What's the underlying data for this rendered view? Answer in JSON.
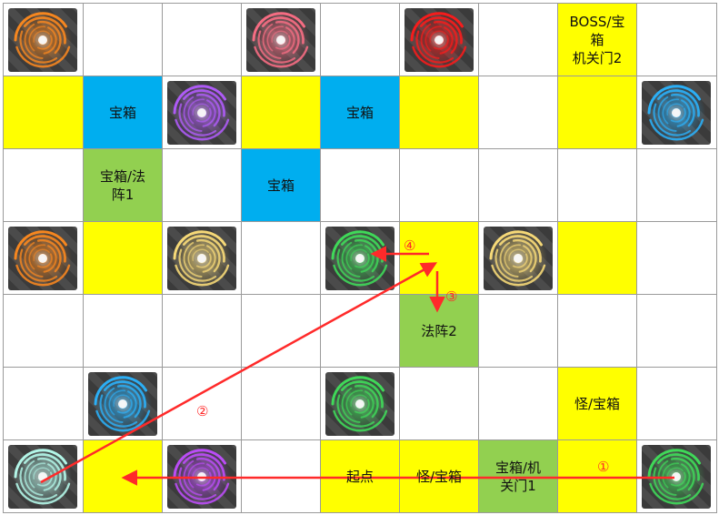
{
  "board": {
    "rows": [
      [
        {
          "portal": "orange"
        },
        {},
        {},
        {
          "portal": "pink"
        },
        {},
        {
          "portal": "red"
        },
        {},
        {
          "fill": "yellow",
          "label": "BOSS/宝\n箱\n机关门2"
        },
        {}
      ],
      [
        {
          "fill": "yellow"
        },
        {
          "fill": "blue",
          "label": "宝箱"
        },
        {
          "portal": "purple"
        },
        {
          "fill": "yellow"
        },
        {
          "fill": "blue",
          "label": "宝箱"
        },
        {
          "fill": "yellow"
        },
        {},
        {
          "fill": "yellow"
        },
        {
          "portal": "blue"
        }
      ],
      [
        {},
        {
          "fill": "green",
          "label": "宝箱/法\n阵1"
        },
        {},
        {
          "fill": "blue",
          "label": "宝箱"
        },
        {},
        {},
        {},
        {},
        {}
      ],
      [
        {
          "portal": "orange"
        },
        {
          "fill": "yellow"
        },
        {
          "portal": "gold"
        },
        {},
        {
          "portal": "green"
        },
        {
          "fill": "yellow"
        },
        {
          "portal": "gold"
        },
        {
          "fill": "yellow"
        },
        {}
      ],
      [
        {},
        {},
        {},
        {},
        {},
        {
          "fill": "green",
          "label": "法阵2"
        },
        {},
        {},
        {}
      ],
      [
        {},
        {
          "portal": "blue"
        },
        {},
        {},
        {
          "portal": "green"
        },
        {},
        {},
        {
          "fill": "yellow",
          "label": "怪/宝箱"
        },
        {}
      ],
      [
        {
          "portal": "teal"
        },
        {
          "fill": "yellow"
        },
        {
          "portal": "magenta"
        },
        {},
        {
          "fill": "yellow",
          "label": "起点"
        },
        {
          "fill": "yellow",
          "label": "怪/宝箱"
        },
        {
          "fill": "green",
          "label": "宝箱/机\n关门1"
        },
        {
          "fill": "yellow"
        },
        {
          "portal": "green"
        }
      ]
    ]
  },
  "colors": {
    "yellow": "#ffff00",
    "blue": "#00aeef",
    "green": "#92d050",
    "white": "#ffffff",
    "grid": "#9a9a9a",
    "path": "#ff2a2a"
  },
  "portal_colors": {
    "orange": "#ff8a1e",
    "pink": "#ff6f86",
    "red": "#ff1a1a",
    "purple": "#b35cff",
    "blue": "#2ab4ff",
    "gold": "#ffe07a",
    "green": "#3fe05a",
    "teal": "#b8fff0",
    "magenta": "#c14dff"
  },
  "route": {
    "steps": [
      {
        "label": "①",
        "from_cell": [
          6,
          8
        ],
        "to_cell": [
          6,
          1
        ]
      },
      {
        "label": "②",
        "from_cell": [
          6,
          0
        ],
        "to_cell": [
          3,
          5
        ]
      },
      {
        "label": "③",
        "from_cell": [
          3,
          5
        ],
        "to_cell": [
          4,
          5
        ]
      },
      {
        "label": "④",
        "from_cell": [
          3,
          5
        ],
        "to_cell": [
          3,
          4
        ]
      }
    ]
  }
}
